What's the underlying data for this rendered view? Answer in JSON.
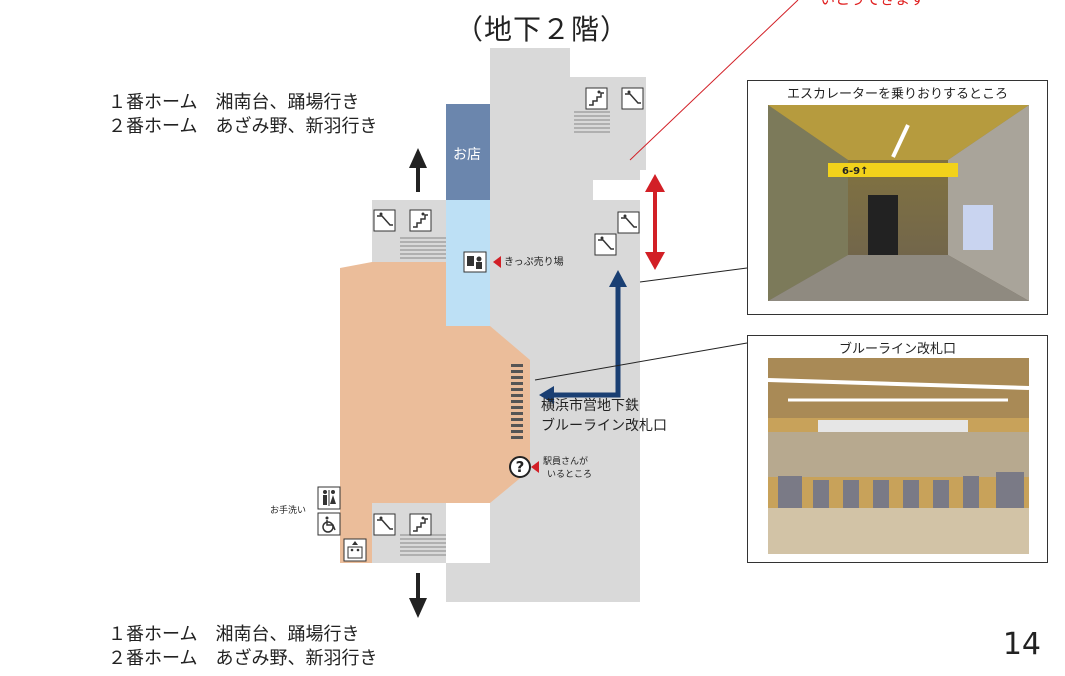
{
  "title": "（地下２階）",
  "top_note": "いとうできます",
  "routes_top": [
    "１番ホーム　湘南台、踊場行き",
    "２番ホーム　あざみ野、新羽行き"
  ],
  "routes_bottom": [
    "１番ホーム　湘南台、踊場行き",
    "２番ホーム　あざみ野、新羽行き"
  ],
  "shop_label": "お店",
  "ticket_label": "きっぷ売り場",
  "gate_label": [
    "横浜市営地下鉄",
    "ブルーライン改札口"
  ],
  "staff_label": [
    "駅員さんが",
    "いるところ"
  ],
  "toilet_label": "お手洗い",
  "photos": [
    {
      "caption": "エスカレーターを乗りおりするところ",
      "sign_text": "6-9↑"
    },
    {
      "caption": "ブルーライン改札口"
    }
  ],
  "page_number": "14",
  "colors": {
    "concourse": "#d9d9d9",
    "platform": "#ebbd9a",
    "shop": "#6b86ad",
    "ticket_area": "#bde0f5",
    "route_arrow": "#1a3f73",
    "red_arrow": "#d21f26"
  },
  "icons": [
    "escalator-down-icon",
    "stairs-icon",
    "ticket-machine-icon",
    "help-icon",
    "restroom-icon",
    "wheelchair-icon",
    "elevator-icon"
  ]
}
